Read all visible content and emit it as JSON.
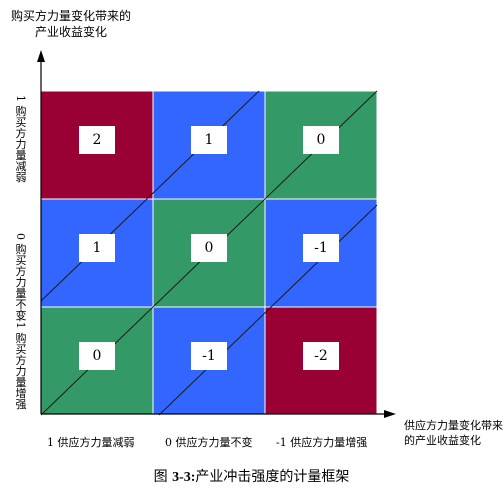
{
  "diagram": {
    "y_axis_title": "购买方力量变化带来的产业收益变化",
    "x_axis_title": "供应方力量变化带来的产业收益变化",
    "row_labels": [
      {
        "number": "1",
        "text": "购买方力量减弱"
      },
      {
        "number": "0",
        "text": "购买方力量不变"
      },
      {
        "number": "-1",
        "text": "购买方力量增强"
      }
    ],
    "column_labels": [
      "1 供应方力量减弱",
      "0 供应方力量不变",
      "-1 供应方力量增强"
    ],
    "cells": [
      {
        "value": "2",
        "color": "#990033"
      },
      {
        "value": "1",
        "color": "#3366ff"
      },
      {
        "value": "0",
        "color": "#339966"
      },
      {
        "value": "1",
        "color": "#3366ff"
      },
      {
        "value": "0",
        "color": "#339966"
      },
      {
        "value": "-1",
        "color": "#3366ff"
      },
      {
        "value": "0",
        "color": "#339966"
      },
      {
        "value": "-1",
        "color": "#3366ff"
      },
      {
        "value": "-2",
        "color": "#990033"
      }
    ],
    "caption_prefix": "图",
    "caption_number": "3-3:",
    "caption_text": "产业冲击强度的计量框架"
  }
}
